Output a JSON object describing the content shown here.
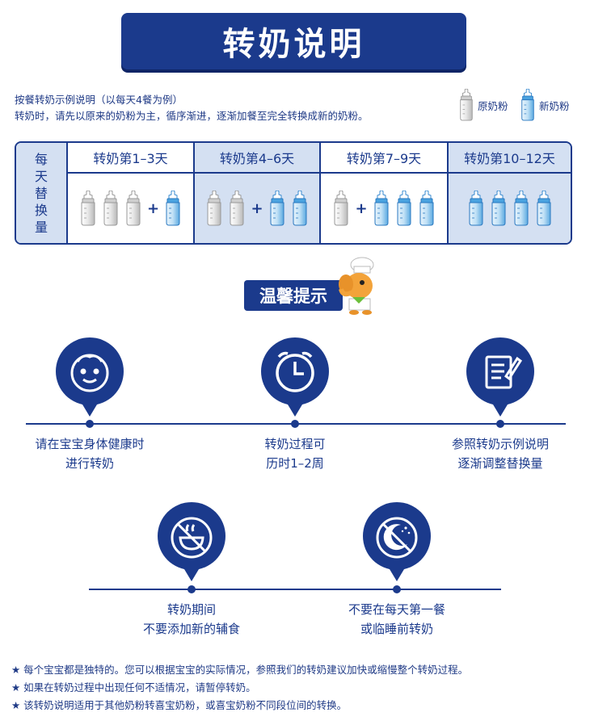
{
  "title": "转奶说明",
  "intro": {
    "line1": "按餐转奶示例说明（以每天4餐为例）",
    "line2": "转奶时，请先以原来的奶粉为主，循序渐进，逐渐加餐至完全转换成新的奶粉。"
  },
  "legend": {
    "original": "原奶粉",
    "new": "新奶粉"
  },
  "table": {
    "row_label": [
      "每",
      "天",
      "替",
      "换",
      "量"
    ],
    "columns": [
      {
        "header": "转奶第1–3天",
        "original_count": 3,
        "new_count": 1
      },
      {
        "header": "转奶第4–6天",
        "original_count": 2,
        "new_count": 2
      },
      {
        "header": "转奶第7–9天",
        "original_count": 1,
        "new_count": 3
      },
      {
        "header": "转奶第10–12天",
        "original_count": 0,
        "new_count": 4
      }
    ]
  },
  "tips": {
    "label": "温馨提示",
    "items": [
      {
        "line1": "请在宝宝身体健康时",
        "line2": "进行转奶",
        "icon": "baby-face-icon"
      },
      {
        "line1": "转奶过程可",
        "line2": "历时1–2周",
        "icon": "alarm-clock-icon"
      },
      {
        "line1": "参照转奶示例说明",
        "line2": "逐渐调整替换量",
        "icon": "document-pen-icon"
      },
      {
        "line1": "转奶期间",
        "line2": "不要添加新的辅食",
        "icon": "no-food-icon"
      },
      {
        "line1": "不要在每天第一餐",
        "line2": "或临睡前转奶",
        "icon": "no-night-icon"
      }
    ]
  },
  "notes": [
    "★ 每个宝宝都是独特的。您可以根据宝宝的实际情况，参照我们的转奶建议加快或缩慢整个转奶过程。",
    "★ 如果在转奶过程中出现任何不适情况，请暂停转奶。",
    "★ 该转奶说明适用于其他奶粉转喜宝奶粉，或喜宝奶粉不同段位间的转换。"
  ],
  "colors": {
    "navy": "#1b3a8c",
    "light_blue": "#d4e0f2",
    "new_milk": "#4aa3e0",
    "original_milk": "#d8d8d8"
  }
}
